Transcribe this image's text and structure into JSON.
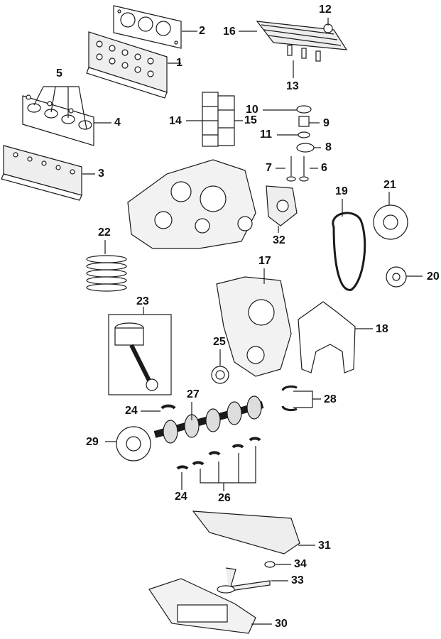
{
  "callouts": {
    "c1": "1",
    "c2": "2",
    "c3": "3",
    "c4": "4",
    "c5": "5",
    "c6": "6",
    "c7": "7",
    "c8": "8",
    "c9": "9",
    "c10": "10",
    "c11": "11",
    "c12": "12",
    "c13": "13",
    "c14": "14",
    "c15": "15",
    "c16": "16",
    "c17": "17",
    "c18": "18",
    "c19": "19",
    "c20": "20",
    "c21": "21",
    "c22": "22",
    "c23": "23",
    "c24a": "24",
    "c24b": "24",
    "c25": "25",
    "c26": "26",
    "c27": "27",
    "c28": "28",
    "c29": "29",
    "c30": "30",
    "c31": "31",
    "c32": "32",
    "c33": "33",
    "c34": "34"
  },
  "colors": {
    "line": "#1a1a1a",
    "fill": "#ffffff",
    "shade": "#d9d9d9"
  }
}
